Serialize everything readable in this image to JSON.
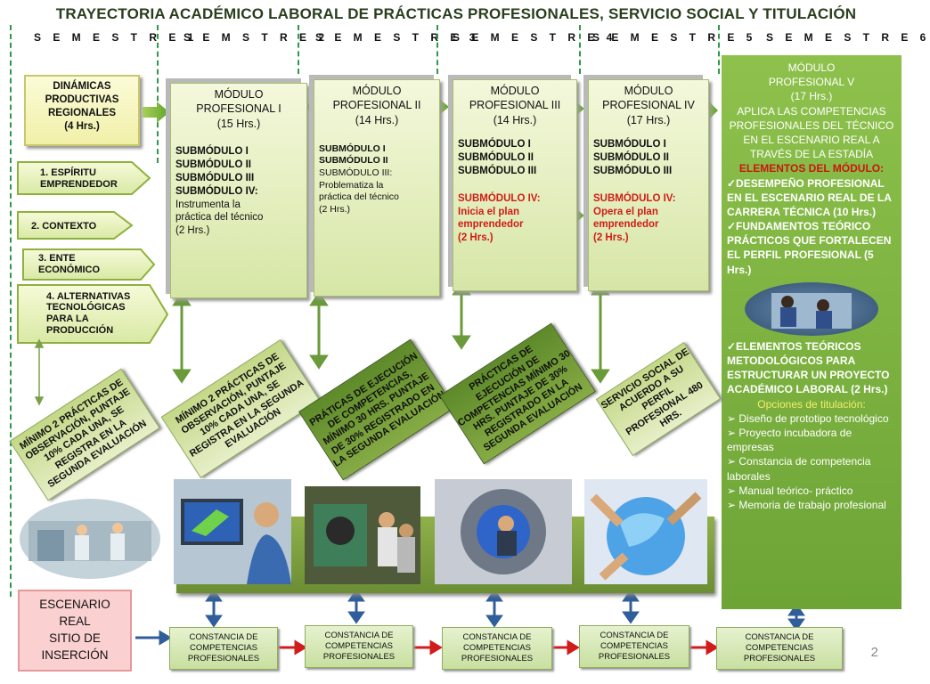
{
  "title": "TRAYECTORIA ACADÉMICO LABORAL DE PRÁCTICAS PROFESIONALES, SERVICIO SOCIAL Y TITULACIÓN",
  "semesters": [
    "S E M E S T R E   1",
    "S E M S T R E   2",
    "S E M E S T R E   3",
    "S E M E S T R E   4",
    "S E M E S T R E   5",
    "S E M E S T R E   6"
  ],
  "dinamicas": [
    "DINÁMICAS",
    "PRODUCTIVAS",
    "REGIONALES",
    "(4 Hrs.)"
  ],
  "left_items": [
    "1. ESPÍRITU EMPRENDEDOR",
    "2. CONTEXTO",
    "3. ENTE ECONÓMICO",
    "4. ALTERNATIVAS TECNOLÓGICAS PARA LA PRODUCCIÓN"
  ],
  "modules": [
    {
      "title": "MÓDULO PROFESIONAL I",
      "hours": "(15 Hrs.)",
      "subs": [
        "SUBMÓDULO I",
        "SUBMÓDULO II",
        "SUBMÓDULO III",
        "SUBMÓDULO IV:"
      ],
      "extra": [
        "Instrumenta la",
        "práctica del técnico",
        "(2 Hrs.)"
      ]
    },
    {
      "title": "MÓDULO PROFESIONAL II",
      "hours": "(14 Hrs.)",
      "subs": [
        "SUBMÓDULO I",
        "SUBMÓDULO II"
      ],
      "extra": [
        "SUBMÓDULO III:",
        "Problematiza la",
        "práctica del técnico",
        " (2 Hrs.)"
      ]
    },
    {
      "title": "MÓDULO PROFESIONAL III",
      "hours": "(14 Hrs.)",
      "subs": [
        "SUBMÓDULO I",
        "SUBMÓDULO II",
        "SUBMÓDULO III"
      ],
      "red": [
        "SUBMÓDULO IV:",
        "Inicia el plan",
        "emprendedor",
        "(2 Hrs.)"
      ]
    },
    {
      "title": "MÓDULO PROFESIONAL IV",
      "hours": "(17 Hrs.)",
      "subs": [
        "SUBMÓDULO I",
        "SUBMÓDULO II",
        "SUBMÓDULO III"
      ],
      "red": [
        "SUBMÓDULO IV:",
        "Opera el plan",
        "emprendedor",
        "(2 Hrs.)"
      ]
    }
  ],
  "module5": {
    "lines": [
      "MÓDULO",
      "PROFESIONAL V",
      "(17 Hrs.)",
      "APLICA LAS COMPETENCIAS PROFESIONALES DEL TÉCNICO EN EL ESCENARIO REAL A TRAVÉS DE LA ESTADÍA"
    ],
    "elements_title": "ELEMENTOS DEL MÓDULO:",
    "elements": [
      "✓DESEMPEÑO PROFESIONAL EN EL ESCENARIO REAL DE LA CARRERA TÉCNICA (10 Hrs.)",
      "✓FUNDAMENTOS TEÓRICO PRÁCTICOS QUE FORTALECEN EL PERFIL PROFESIONAL (5 Hrs.)",
      "✓ELEMENTOS TEÓRICOS METODOLÓGICOS PARA ESTRUCTURAR UN PROYECTO ACADÉMICO LABORAL (2 Hrs.)"
    ],
    "options_title": "Opciones de titulación:",
    "options": [
      "➢ Diseño de prototipo tecnológico",
      "➢ Proyecto incubadora de empresas",
      "➢ Constancia de competencia laborales",
      "➢ Manual teórico- práctico",
      "➢ Memoria de trabajo profesional"
    ]
  },
  "diagonal_labels": [
    "MÍNIMO 2 PRÁCTICAS DE OBSERVACIÓN, PUNTAJE 10% CADA UNA, SE REGISTRA EN LA SEGUNDA EVALUACIÓN",
    "MÍNIMO 2 PRÁCTICAS DE OBSERVACIÓN, PUNTAJE 10% CADA UNA, SE REGISTRA EN LA SEGUNDA EVALUACIÓN",
    "PRÁTICAS DE EJECUCIÓN DE COMPETENCIAS, MÍNIMO 30 HRS. PUNTAJE DE 30% REGISTRADO EN LA SEGUNDA EVALUACIÓN",
    "PRÁCTICAS DE EJECUCIÓN DE COMPETENCIAS MÍNIMO 30 HRS. PUNTAJE DE 30% REGISTRADO EN LA SEGUNDA EVALUACIÓN",
    "SERVICIO SOCIAL DE ACUERDO A SU PERFIL PROFESIONAL 480 HRS."
  ],
  "escenario": [
    "ESCENARIO",
    "REAL",
    "SITIO DE",
    "INSERCIÓN"
  ],
  "certificates": [
    "CONSTANCIA DE COMPETENCIAS PROFESIONALES",
    "CONSTANCIA DE COMPETENCIAS PROFESIONALES",
    "CONSTANCIA DE COMPETENCIAS PROFESIONALES",
    "CONSTANCIA DE COMPETENCIAS PROFESIONALES",
    "CONSTANCIA DE COMPETENCIAS PROFESIONALES"
  ],
  "page_number": "2",
  "colors": {
    "accent_green": "#6da436",
    "red": "#d01c16",
    "dash": "#2e9a4a"
  }
}
